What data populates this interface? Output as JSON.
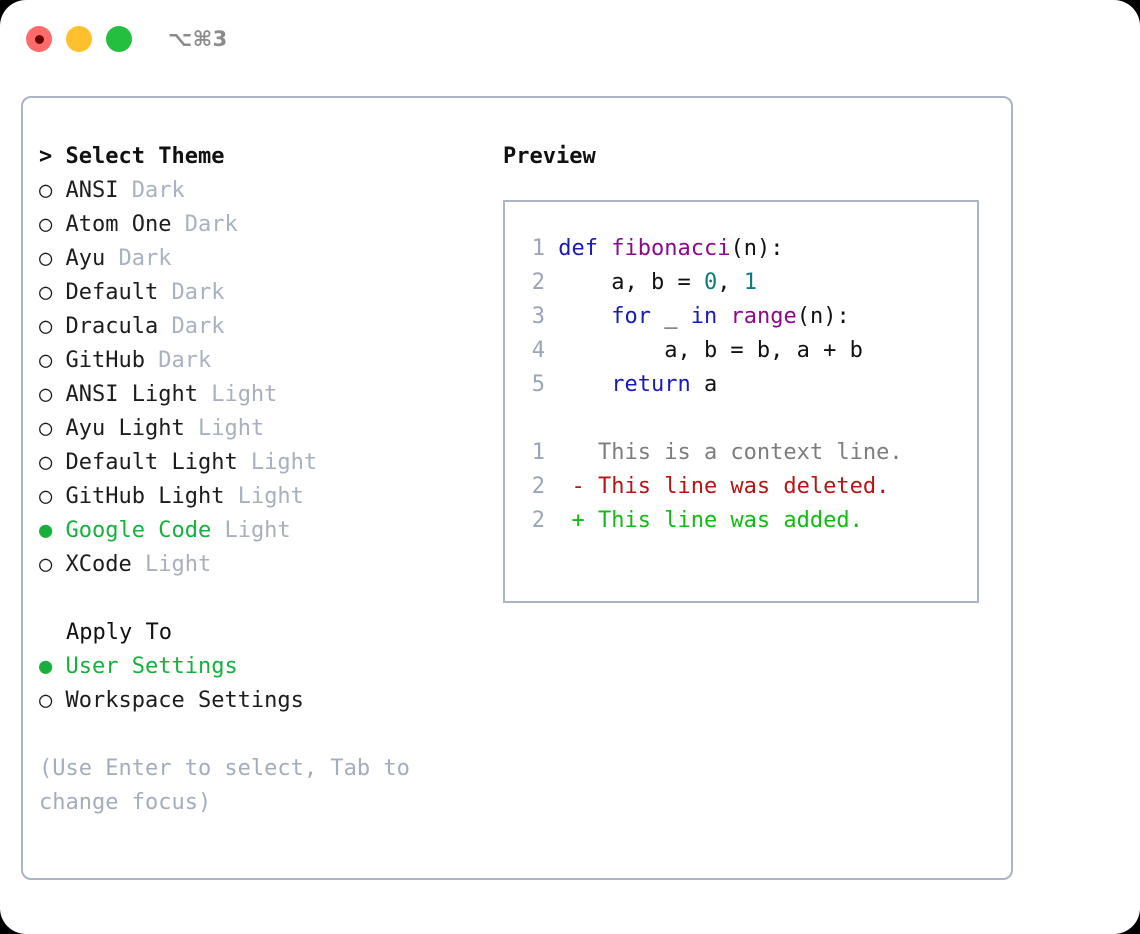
{
  "titlebar": {
    "shortcut": "⌥⌘3",
    "dots": [
      {
        "name": "close",
        "color": "#ff6b6b"
      },
      {
        "name": "minimize",
        "color": "#ffc02e"
      },
      {
        "name": "maximize",
        "color": "#22c03e"
      }
    ]
  },
  "colors": {
    "accent_green": "#18b03c",
    "border": "#aab4c2",
    "muted": "#a8b0bd",
    "hint": "#a4adbb",
    "keyword": "#1a1ab5",
    "function": "#8b0a8b",
    "number": "#0d7b7b",
    "diff_add": "#12bb12",
    "diff_del": "#b81414",
    "diff_context": "#7d7d7d",
    "lineno": "#9aa5b5"
  },
  "theme_list": {
    "header_prefix": "> ",
    "header": "Select Theme",
    "selected_marker": "● ",
    "unselected_marker": "○ ",
    "items": [
      {
        "name": "ANSI",
        "variant": "Dark",
        "selected": false
      },
      {
        "name": "Atom One",
        "variant": "Dark",
        "selected": false
      },
      {
        "name": "Ayu",
        "variant": "Dark",
        "selected": false
      },
      {
        "name": "Default",
        "variant": "Dark",
        "selected": false
      },
      {
        "name": "Dracula",
        "variant": "Dark",
        "selected": false
      },
      {
        "name": "GitHub",
        "variant": "Dark",
        "selected": false
      },
      {
        "name": "ANSI Light",
        "variant": "Light",
        "selected": false
      },
      {
        "name": "Ayu Light",
        "variant": "Light",
        "selected": false
      },
      {
        "name": "Default Light",
        "variant": "Light",
        "selected": false
      },
      {
        "name": "GitHub Light",
        "variant": "Light",
        "selected": false
      },
      {
        "name": "Google Code",
        "variant": "Light",
        "selected": true
      },
      {
        "name": "XCode",
        "variant": "Light",
        "selected": false
      }
    ]
  },
  "apply_to": {
    "header": "Apply To",
    "items": [
      {
        "name": "User Settings",
        "selected": true
      },
      {
        "name": "Workspace Settings",
        "selected": false
      }
    ]
  },
  "hint": "(Use Enter to select, Tab to change focus)",
  "preview": {
    "title": "Preview",
    "code_lines": [
      {
        "lineno": "1",
        "tokens": [
          {
            "t": "def",
            "c": "kw"
          },
          {
            "t": " ",
            "c": "plain"
          },
          {
            "t": "fibonacci",
            "c": "fn"
          },
          {
            "t": "(n):",
            "c": "plain"
          }
        ]
      },
      {
        "lineno": "2",
        "tokens": [
          {
            "t": "    a, b = ",
            "c": "plain"
          },
          {
            "t": "0",
            "c": "num"
          },
          {
            "t": ", ",
            "c": "plain"
          },
          {
            "t": "1",
            "c": "num"
          }
        ]
      },
      {
        "lineno": "3",
        "tokens": [
          {
            "t": "    ",
            "c": "plain"
          },
          {
            "t": "for",
            "c": "kw"
          },
          {
            "t": " _ ",
            "c": "plain"
          },
          {
            "t": "in",
            "c": "kw"
          },
          {
            "t": " ",
            "c": "plain"
          },
          {
            "t": "range",
            "c": "fn"
          },
          {
            "t": "(n):",
            "c": "plain"
          }
        ]
      },
      {
        "lineno": "4",
        "tokens": [
          {
            "t": "        a, b = b, a + b",
            "c": "plain"
          }
        ]
      },
      {
        "lineno": "5",
        "tokens": [
          {
            "t": "    ",
            "c": "plain"
          },
          {
            "t": "return",
            "c": "kw"
          },
          {
            "t": " a",
            "c": "plain"
          }
        ]
      }
    ],
    "diff_lines": [
      {
        "lineno": "1",
        "sign": " ",
        "text": "This is a context line.",
        "kind": "d-context"
      },
      {
        "lineno": "2",
        "sign": "-",
        "text": "This line was deleted.",
        "kind": "d-del"
      },
      {
        "lineno": "2",
        "sign": "+",
        "text": "This line was added.",
        "kind": "d-add"
      }
    ]
  }
}
